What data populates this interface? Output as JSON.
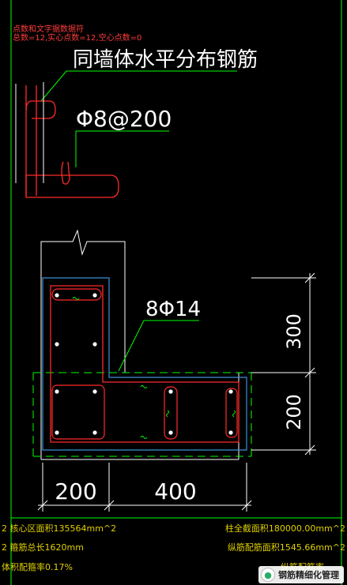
{
  "header": {
    "line1": "点数和文字据数据符",
    "line2": "总数=12,实心点数=12,空心点数=0"
  },
  "labels": {
    "wall_rebar_title": "同墙体水平分布钢筋",
    "stirrup_spec": "Φ8@200",
    "longitudinal_spec": "8Φ14"
  },
  "dimensions": {
    "right_upper": "300",
    "right_lower": "200",
    "bottom_left": "200",
    "bottom_right": "400"
  },
  "stats": {
    "left": [
      "2 核心区面积135564mm^2",
      "2 箍筋总长1620mm",
      "体积配箍率0.17%"
    ],
    "right": [
      "柱全截面积180000.00mm^2",
      "纵筋配筋面积1545.66mm^2",
      "纵筋配筋率"
    ]
  },
  "watermark": {
    "text": "钢筋精细化管理",
    "icon": "wechat-icon"
  },
  "colors": {
    "background": "#000000",
    "frame": "#00ff00",
    "text": "#ffffff",
    "rebar": "#ff2a2a",
    "concrete": "#3b8fd6",
    "stats": "#e0d000",
    "header": "#ff3b3b"
  }
}
